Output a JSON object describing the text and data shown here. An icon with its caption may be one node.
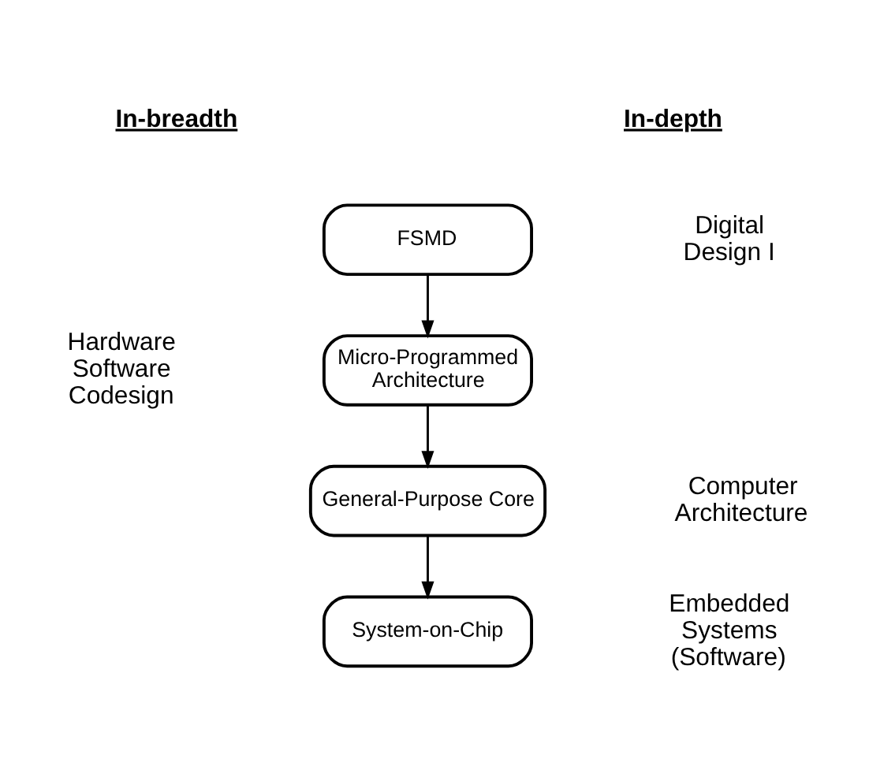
{
  "diagram": {
    "nodes": [
      {
        "text": [
          "FSMD"
        ]
      },
      {
        "text": [
          "Micro-Programmed Architecture"
        ]
      },
      {
        "text": [
          "General-Purpose Core"
        ]
      },
      {
        "text": [
          "System-on-Chip"
        ]
      }
    ],
    "edges": [
      {
        "from": 0,
        "to": 1,
        "arrow": "to"
      },
      {
        "from": 1,
        "to": 2,
        "arrow": "to"
      },
      {
        "from": 2,
        "to": 3,
        "arrow": "to"
      }
    ],
    "labels": [
      "In-breadth",
      "In-depth",
      "Digital Design I",
      "Hardware Software Codesign",
      "Computer Architecture",
      "Embedded Systems (Software)"
    ]
  }
}
